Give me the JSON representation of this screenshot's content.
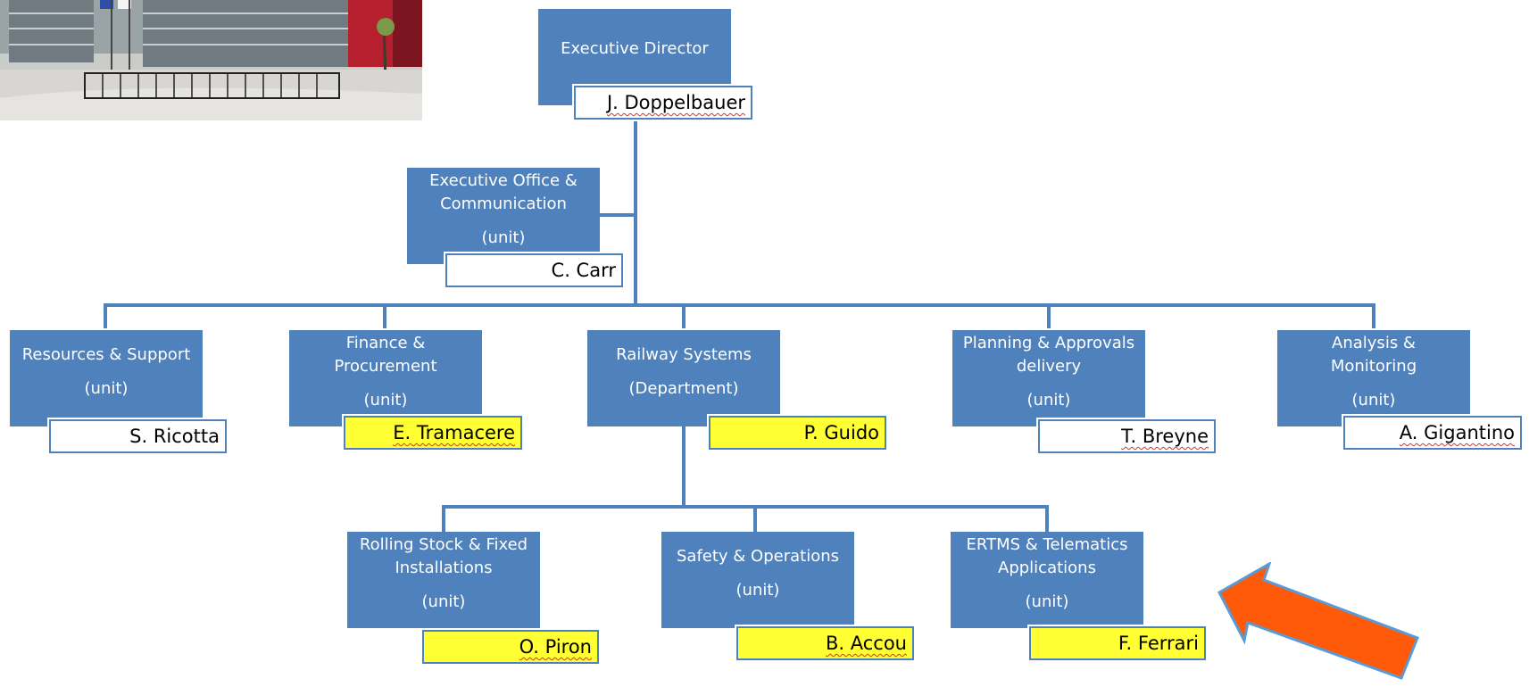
{
  "top": {
    "title": "Executive Director",
    "name": "J. Doppelbauer"
  },
  "office": {
    "title_line1": "Executive Office &",
    "title_line2": "Communication",
    "type": "(unit)",
    "name": "C. Carr"
  },
  "units": [
    {
      "title_line1": "Resources & Support",
      "title_line2": "",
      "type": "(unit)",
      "name": "S. Ricotta"
    },
    {
      "title_line1": "Finance &",
      "title_line2": "Procurement",
      "type": "(unit)",
      "name": "E. Tramacere"
    },
    {
      "title_line1": "Railway Systems",
      "title_line2": "",
      "type": "(Department)",
      "name": "P. Guido"
    },
    {
      "title_line1": "Planning & Approvals",
      "title_line2": "delivery",
      "type": "(unit)",
      "name": "T. Breyne"
    },
    {
      "title_line1": "Analysis &",
      "title_line2": "Monitoring",
      "type": "(unit)",
      "name": "A. Gigantino"
    }
  ],
  "subunits": [
    {
      "title_line1": "Rolling Stock & Fixed",
      "title_line2": "Installations",
      "type": "(unit)",
      "name": "O. Piron"
    },
    {
      "title_line1": "Safety & Operations",
      "title_line2": "",
      "type": "(unit)",
      "name": "B. Accou"
    },
    {
      "title_line1": "ERTMS & Telematics",
      "title_line2": "Applications",
      "type": "(unit)",
      "name": "F. Ferrari"
    }
  ],
  "colors": {
    "box": "#4f81bd",
    "highlight": "#ffff33",
    "arrow": "#ff5a0a",
    "arrow_outline": "#5b9bd5"
  },
  "photo": {
    "icon": "building-photo"
  },
  "arrow": {
    "icon": "pointer-arrow"
  }
}
